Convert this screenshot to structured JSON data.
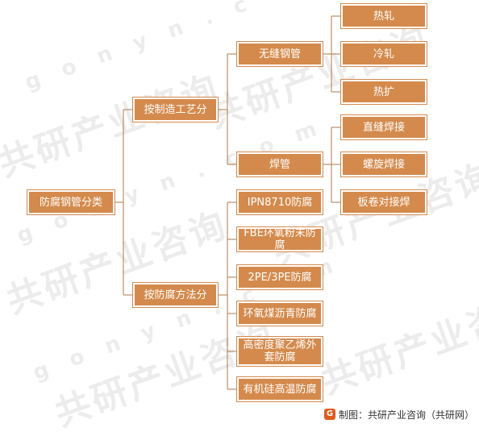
{
  "diagram": {
    "root": "防腐钢管分类",
    "level1": [
      {
        "label": "按制造工艺分",
        "children": [
          "无缝钢管",
          "焊管"
        ]
      },
      {
        "label": "按防腐方法分",
        "children": [
          "IPN8710防腐",
          "FBE环氧粉末防腐",
          "2PE/3PE防腐",
          "环氧煤沥青防腐",
          "高密度聚乙烯外套防腐",
          "有机硅高温防腐"
        ]
      }
    ],
    "level2": {
      "seamless": {
        "label": "无缝钢管",
        "children": [
          "热轧",
          "冷轧",
          "热扩"
        ]
      },
      "welded": {
        "label": "焊管",
        "children": [
          "直缝焊接",
          "螺旋焊接",
          "板卷对接焊"
        ]
      }
    }
  },
  "watermark": {
    "cn": "共研产业咨询",
    "en": "g o n y n . c o m"
  },
  "footer": {
    "logo_glyph": "G",
    "text": "制图：共研产业咨询（共研网）"
  },
  "colors": {
    "node_fill": "#d48a4c",
    "line": "#b07848"
  }
}
